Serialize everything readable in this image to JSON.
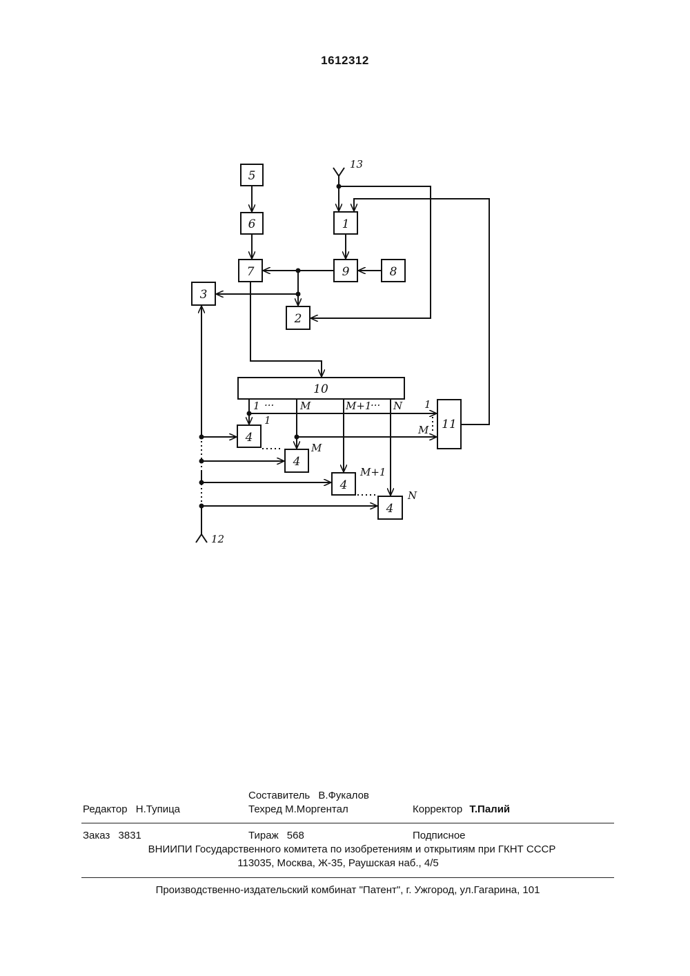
{
  "document": {
    "patent_number": "1612312"
  },
  "diagram": {
    "blocks": [
      "5",
      "6",
      "7",
      "1",
      "9",
      "8",
      "3",
      "2",
      "10",
      "11",
      "4",
      "4",
      "4",
      "4"
    ],
    "labels": {
      "input_13": "13",
      "input_12": "12",
      "out_1": "1",
      "out_m": "M",
      "out_m1": "M+1",
      "out_n": "N",
      "in11_1": "1",
      "in11_m": "M",
      "idx_1": "1",
      "idx_m": "M",
      "idx_m1": "M+1",
      "idx_n": "N",
      "ellipsis": "···"
    }
  },
  "imprint": {
    "compiler_label": "Составитель",
    "compiler_name": "В.Фукалов",
    "editor_label": "Редактор",
    "editor_name": "Н.Тупица",
    "techred_label": "Техред",
    "techred_name": "М.Моргентал",
    "corrector_label": "Корректор",
    "corrector_name": "Т.Палий",
    "order_label": "Заказ",
    "order_number": "3831",
    "circulation_label": "Тираж",
    "circulation_number": "568",
    "subscription": "Подписное",
    "institute": "ВНИИПИ Государственного комитета по изобретениям и открытиям при ГКНТ СССР",
    "address": "113035, Москва, Ж-35, Раушская наб., 4/5",
    "publisher": "Производственно-издательский комбинат \"Патент\", г. Ужгород, ул.Гагарина, 101"
  }
}
